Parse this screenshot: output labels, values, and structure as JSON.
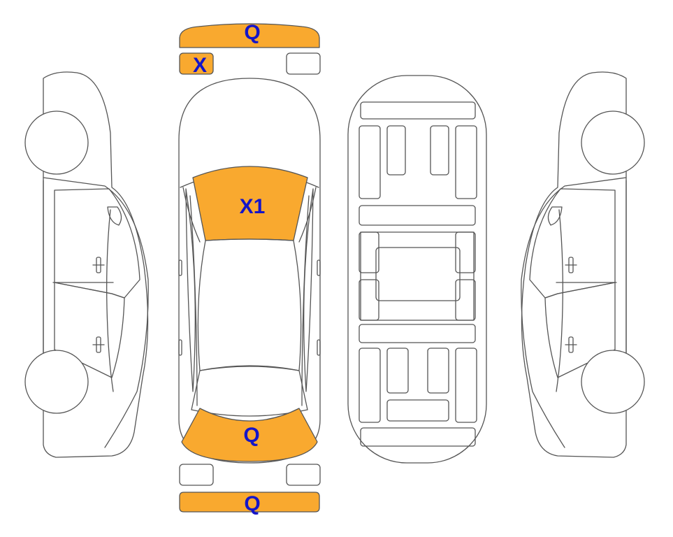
{
  "colors": {
    "damaged": "#f9a92f",
    "intact": "#ffffff",
    "outline": "#555555",
    "label": "#1515c8"
  },
  "marks": {
    "front_bumper": "Q",
    "front_left_light": "X",
    "windshield": "X1",
    "rear_window": "Q",
    "rear_bumper": "Q"
  },
  "parts": {
    "front_bumper": "damaged",
    "front_left_light": "damaged",
    "front_right_light": "intact",
    "windshield": "damaged",
    "rear_window": "damaged",
    "rear_left_light": "intact",
    "rear_right_light": "intact",
    "rear_bumper": "damaged"
  }
}
